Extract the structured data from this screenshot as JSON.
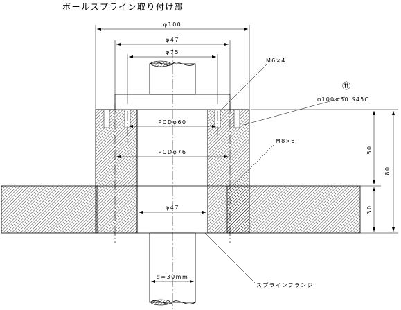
{
  "title": "ボールスプライン取り付け部",
  "dimensions": {
    "outer_dia": "φ100",
    "bore_top": "φ47",
    "counterbore_dia": "φ75",
    "pcd_small": "PCDφ60",
    "pcd_large": "PCDφ76",
    "bore_bottom": "φ47",
    "shaft_dia": "d=30mm",
    "height_flange": "50",
    "height_total": "80",
    "height_plate": "30"
  },
  "callouts": {
    "bolt_small": "M6×4",
    "bolt_large": "M8×6",
    "part_number": "⑪",
    "material": "φ100×50 S45C",
    "spline_flange": "スプラインフランジ"
  },
  "colors": {
    "line": "#000000",
    "background": "#ffffff",
    "hatch": "#000000"
  }
}
